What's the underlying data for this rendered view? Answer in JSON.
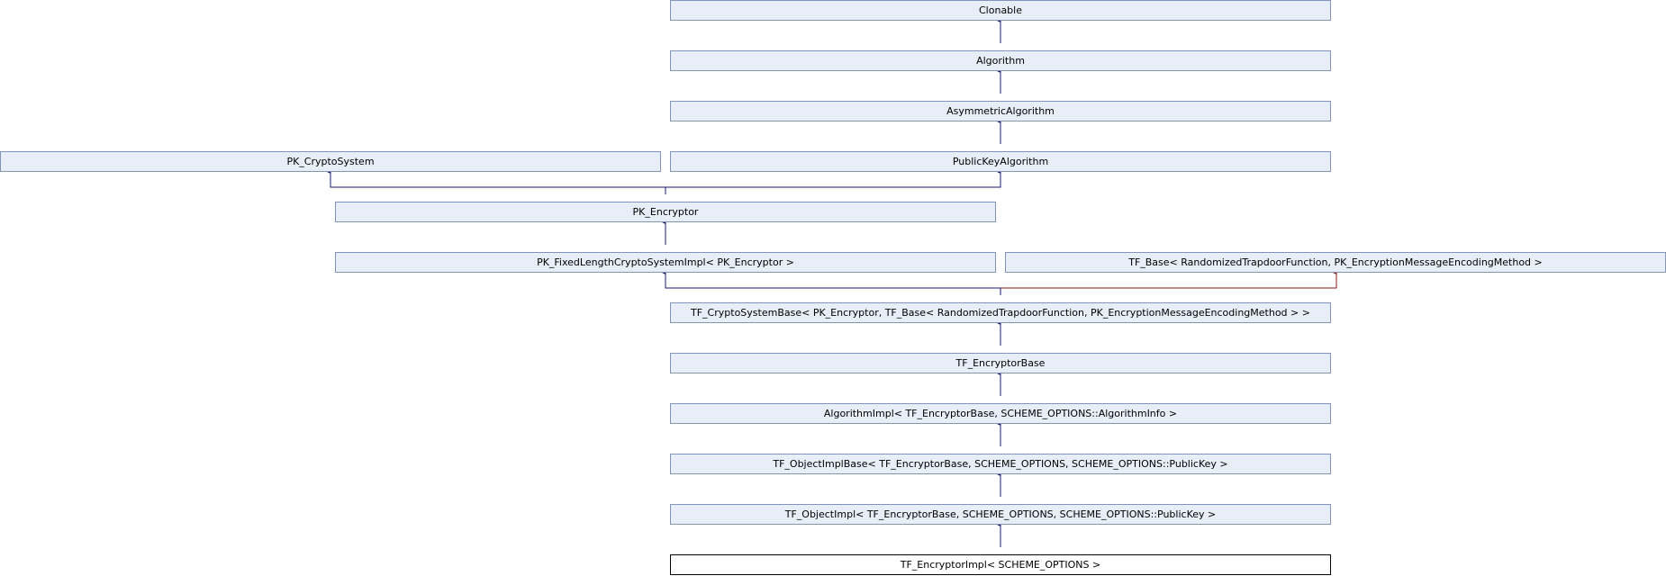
{
  "colors": {
    "node_fill": "#e8eef7",
    "node_border": "#8494b8",
    "current_fill": "#ffffff",
    "current_border": "#000000",
    "public_edge": "#191970",
    "protected_edge": "#8b1a1a"
  },
  "nodes": {
    "clonable": "Clonable",
    "algorithm": "Algorithm",
    "asymmetric_algorithm": "AsymmetricAlgorithm",
    "pk_cryptosystem": "PK_CryptoSystem",
    "public_key_algorithm": "PublicKeyAlgorithm",
    "pk_encryptor": "PK_Encryptor",
    "pk_fixed_length": "PK_FixedLengthCryptoSystemImpl< PK_Encryptor >",
    "tf_base": "TF_Base< RandomizedTrapdoorFunction, PK_EncryptionMessageEncodingMethod >",
    "tf_cryptosystem_base": "TF_CryptoSystemBase< PK_Encryptor, TF_Base< RandomizedTrapdoorFunction, PK_EncryptionMessageEncodingMethod > >",
    "tf_encryptor_base": "TF_EncryptorBase",
    "algorithm_impl": "AlgorithmImpl< TF_EncryptorBase, SCHEME_OPTIONS::AlgorithmInfo >",
    "tf_object_impl_base": "TF_ObjectImplBase< TF_EncryptorBase, SCHEME_OPTIONS, SCHEME_OPTIONS::PublicKey >",
    "tf_object_impl": "TF_ObjectImpl< TF_EncryptorBase, SCHEME_OPTIONS, SCHEME_OPTIONS::PublicKey >",
    "tf_encryptor_impl": "TF_EncryptorImpl< SCHEME_OPTIONS >"
  }
}
